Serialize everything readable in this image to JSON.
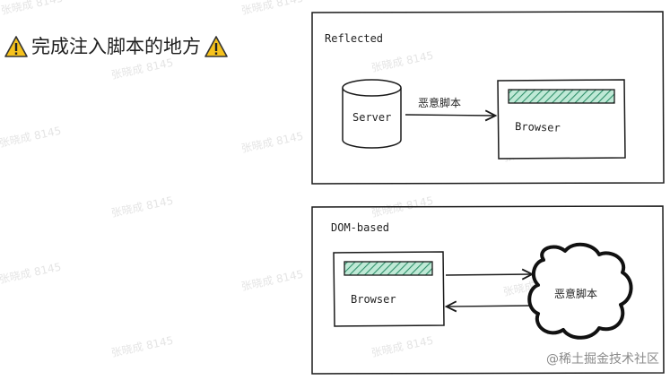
{
  "heading": {
    "text": "完成注入脚本的地方",
    "icon_left": "warning-icon",
    "icon_right": "warning-icon"
  },
  "diagram_reflected": {
    "label": "Reflected",
    "server_label": "Server",
    "arrow_label": "恶意脚本",
    "browser_label": "Browser"
  },
  "diagram_dom": {
    "label": "DOM-based",
    "browser_label": "Browser",
    "cloud_label": "恶意脚本"
  },
  "watermark": {
    "text": "张晓成 8145"
  },
  "brand": {
    "text": "@稀土掘金技术社区"
  },
  "colors": {
    "stroke": "#1a1a1a",
    "hatch_fill": "#8fd6b8",
    "hatch_stroke": "#2f8f6a",
    "warning_yellow": "#f6c21c"
  }
}
